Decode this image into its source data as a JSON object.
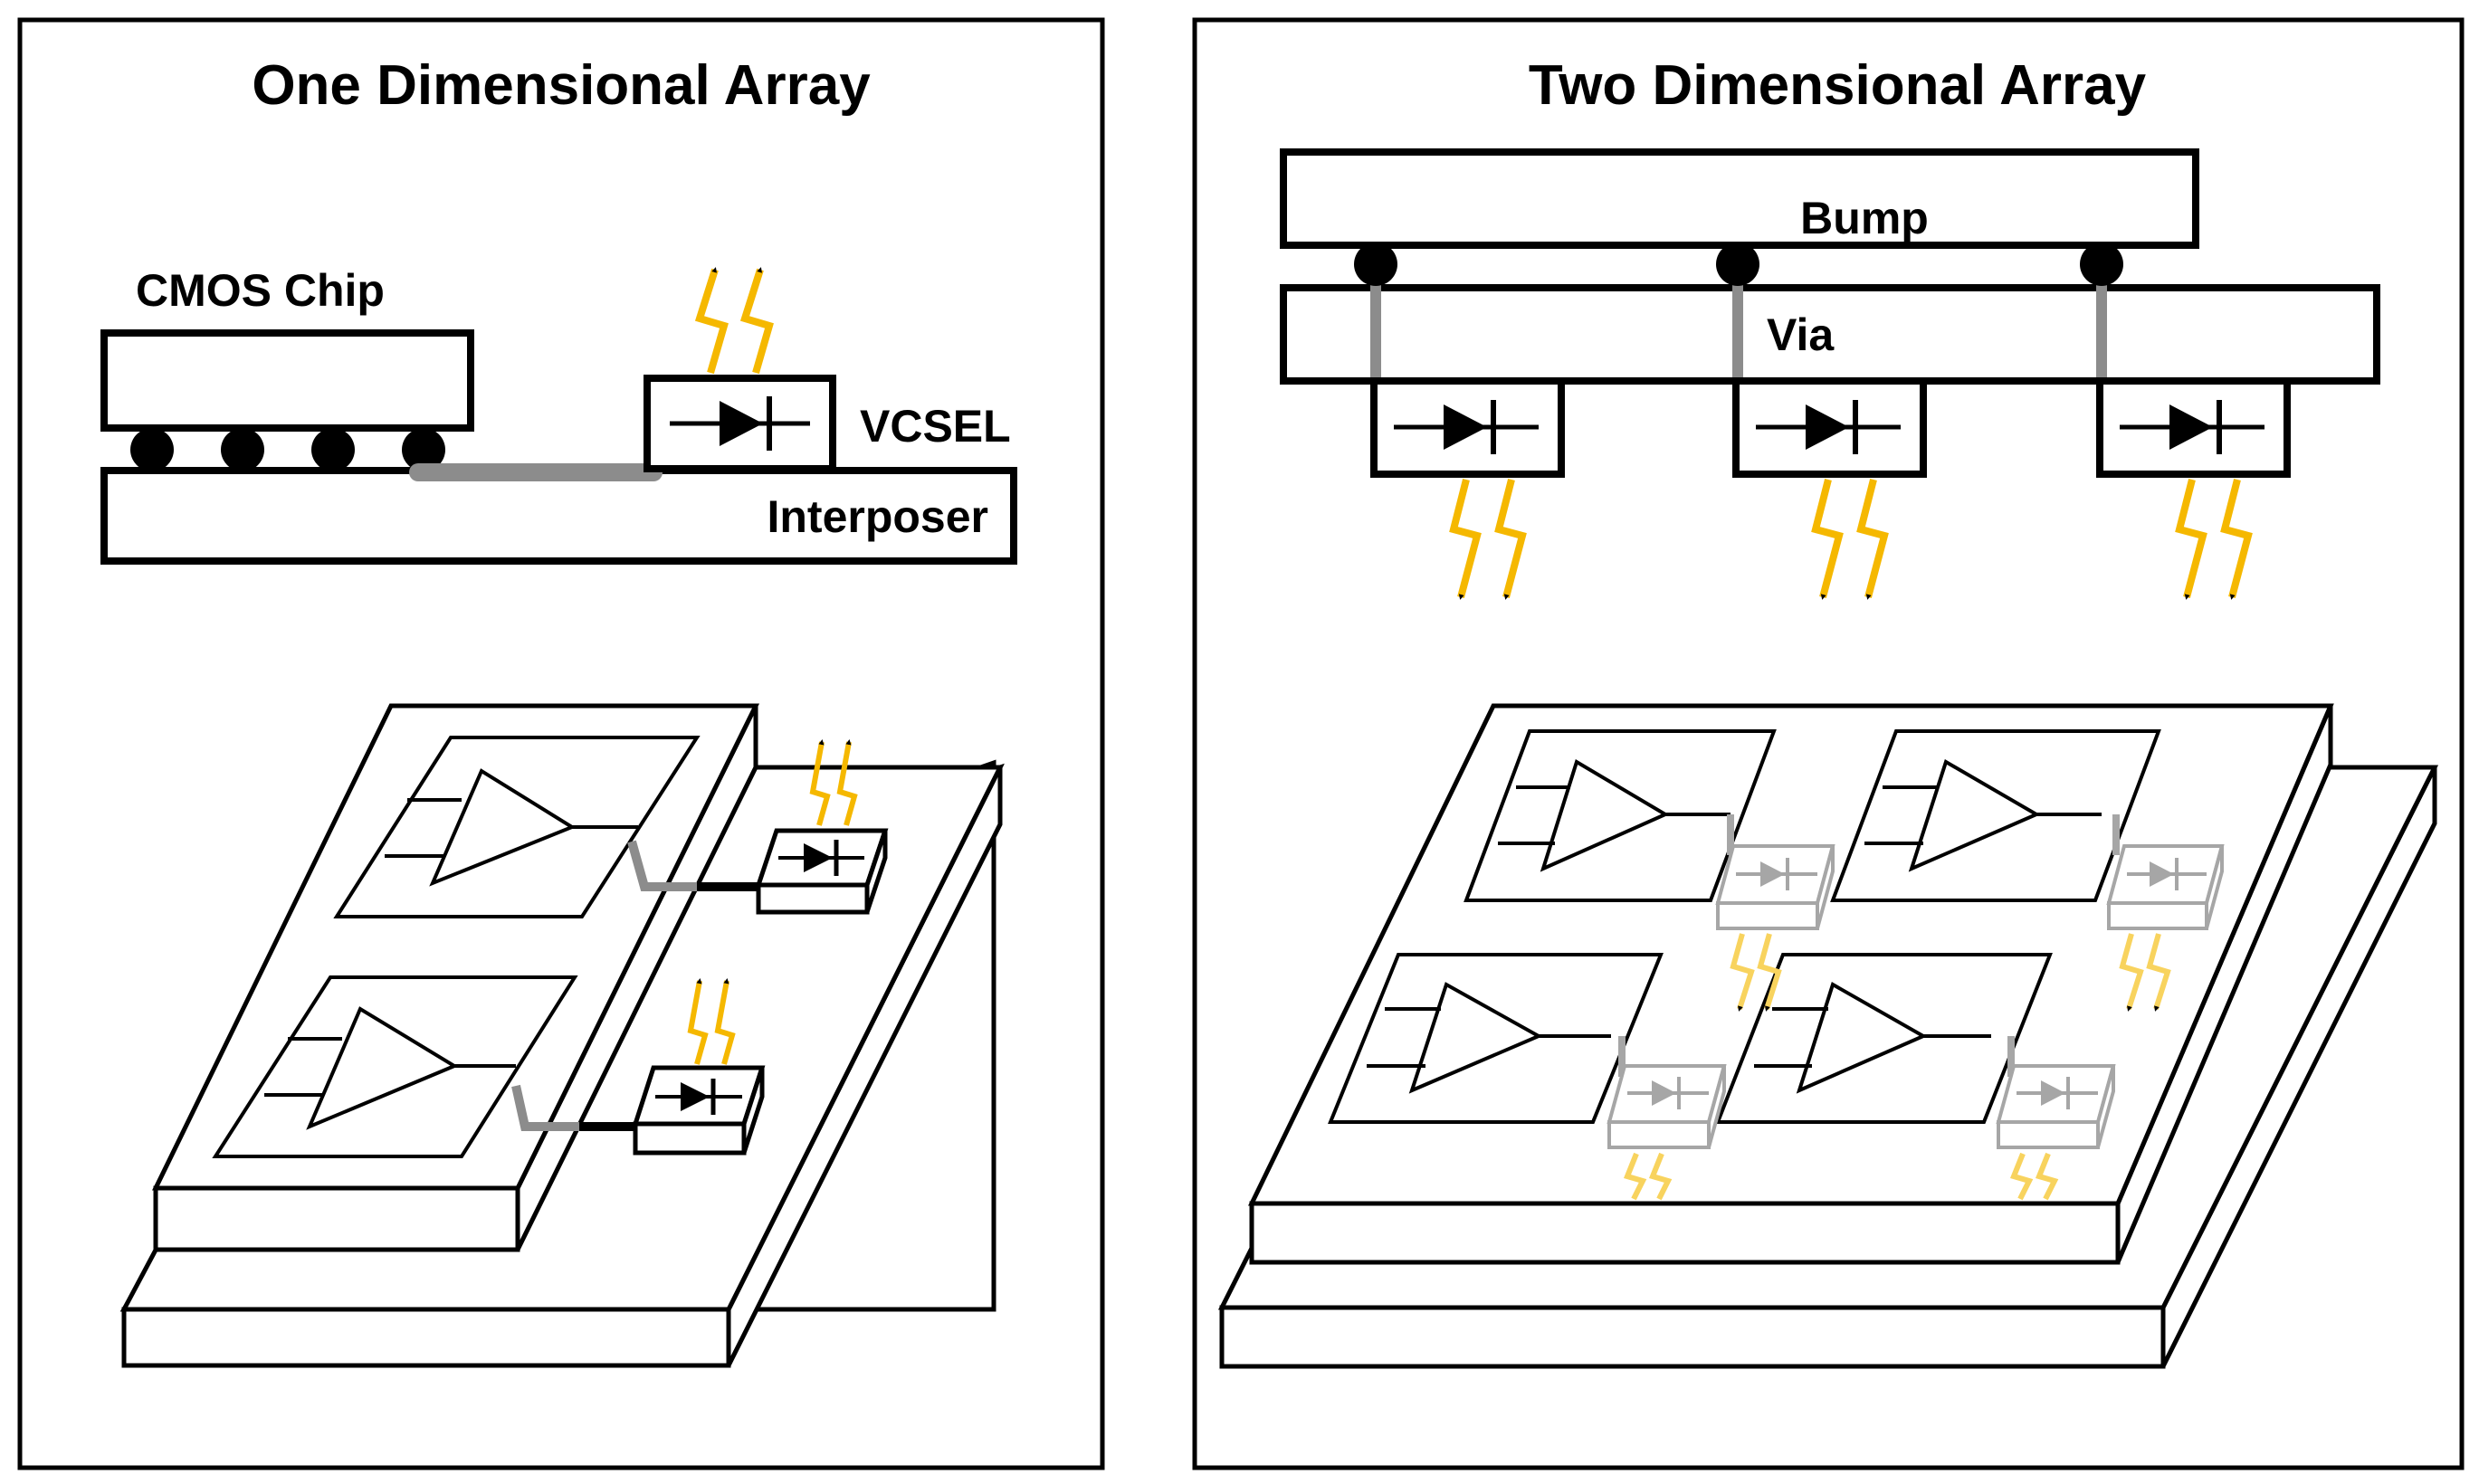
{
  "panels": {
    "left": {
      "title": "One Dimensional Array",
      "labels": {
        "chip": "CMOS Chip",
        "vcsel": "VCSEL",
        "interposer": "Interposer"
      }
    },
    "right": {
      "title": "Two Dimensional Array",
      "labels": {
        "bump": "Bump",
        "via": "Via"
      }
    }
  },
  "colors": {
    "light": "#f5b800",
    "light_faded": "#f8d35e",
    "wire": "#8c8c8c",
    "faded": "#a6a6a6",
    "stroke": "#000000"
  },
  "icons": [
    "diode-icon",
    "light-emission-icon",
    "amplifier-icon",
    "solder-bump-icon"
  ]
}
